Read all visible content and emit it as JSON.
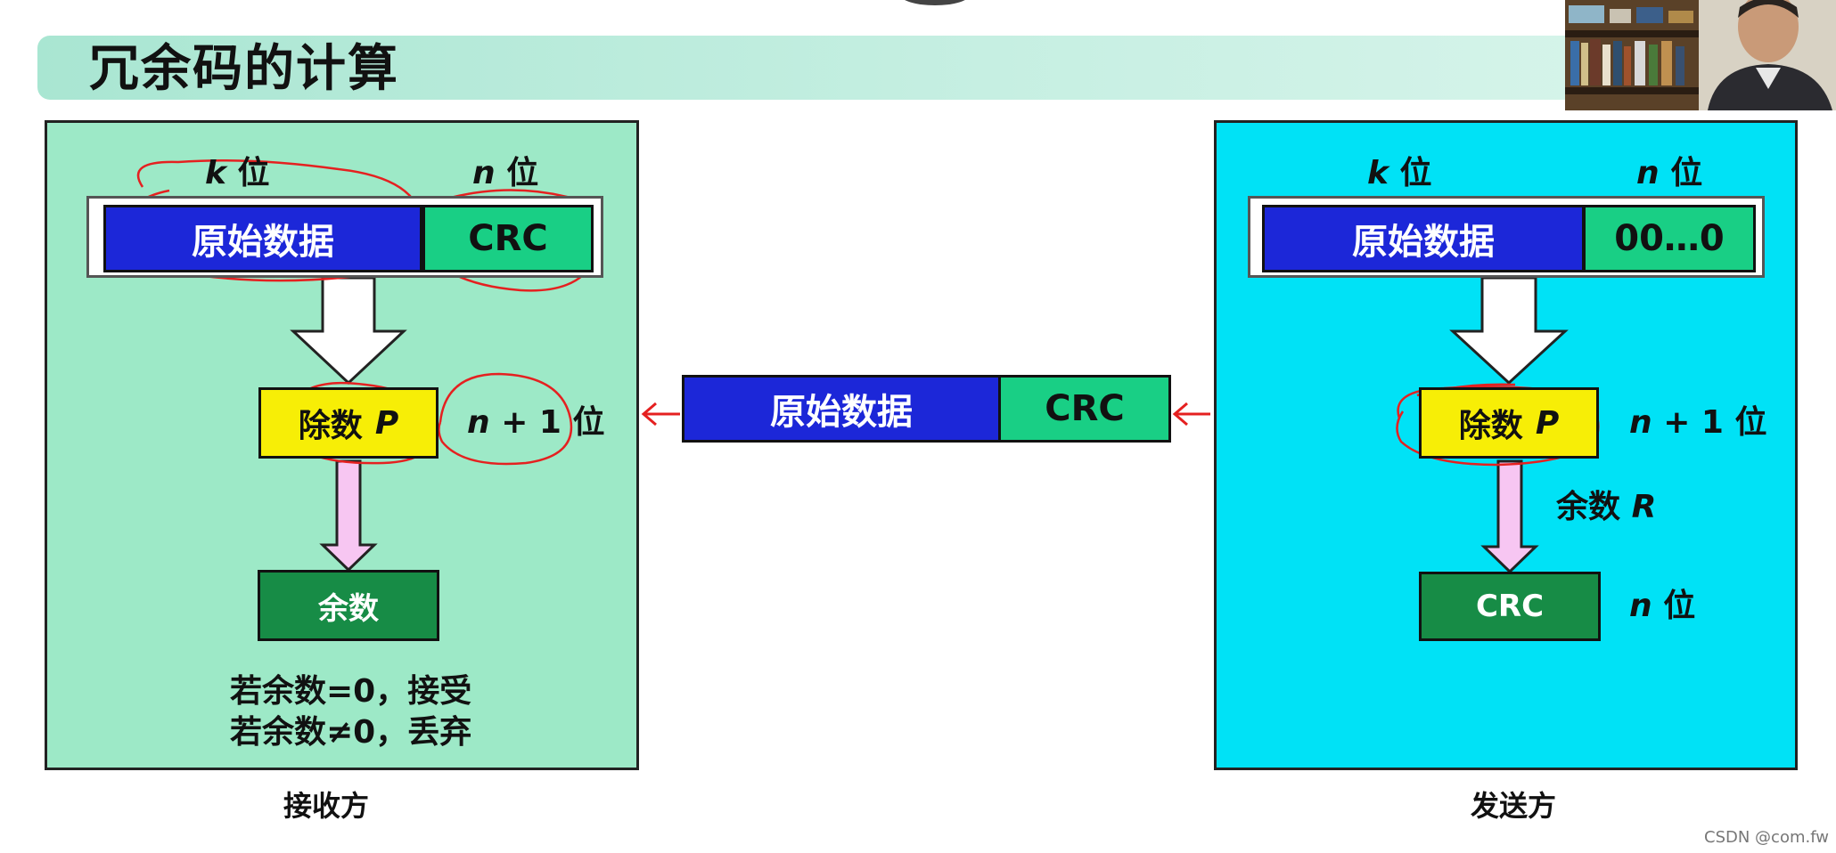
{
  "title": "冗余码的计算",
  "receiver": {
    "k_label": "k",
    "k_suffix": "位",
    "n_label": "n",
    "n_suffix": "位",
    "data_label": "原始数据",
    "crc_label": "CRC",
    "divisor_text": "除数",
    "divisor_var": "P",
    "divisor_bits_var": "n",
    "divisor_bits_rest": "+ 1 位",
    "remainder_label": "余数",
    "rule_accept": "若余数=0，接受",
    "rule_discard": "若余数≠0，丢弃",
    "caption": "接收方"
  },
  "transmission": {
    "data_label": "原始数据",
    "crc_label": "CRC"
  },
  "sender": {
    "k_label": "k",
    "k_suffix": "位",
    "n_label": "n",
    "n_suffix": "位",
    "data_label": "原始数据",
    "zeros_label": "00…0",
    "divisor_text": "除数",
    "divisor_var": "P",
    "divisor_bits_var": "n",
    "divisor_bits_rest": "+ 1 位",
    "remainder_text": "余数",
    "remainder_var": "R",
    "crc_label": "CRC",
    "crc_bits_var": "n",
    "crc_bits_suffix": "位",
    "caption": "发送方"
  },
  "watermark": "CSDN @com.fw",
  "colors": {
    "receiver_panel": "#9de9c7",
    "sender_panel": "#00e2f6",
    "data_blue": "#1c27d8",
    "crc_green": "#19cf85",
    "divisor_yellow": "#f7ee06",
    "remainder_green": "#178c46",
    "arrow_pink": "#f7c6f2",
    "annotation_red": "#e52020"
  }
}
